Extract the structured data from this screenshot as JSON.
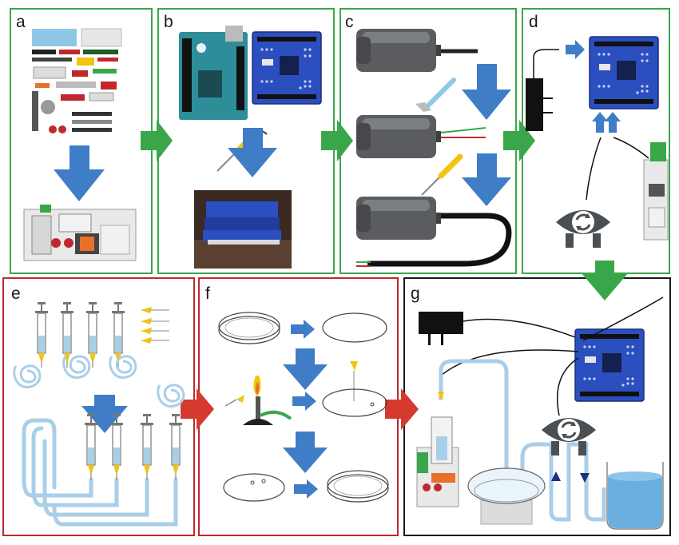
{
  "panels": [
    {
      "letter": "a",
      "border": "#3aa64a"
    },
    {
      "letter": "b",
      "border": "#3aa64a"
    },
    {
      "letter": "c",
      "border": "#3aa64a"
    },
    {
      "letter": "d",
      "border": "#3aa64a"
    },
    {
      "letter": "e",
      "border": "#c0282d"
    },
    {
      "letter": "f",
      "border": "#c0282d"
    },
    {
      "letter": "g",
      "border": "#1a1a1a"
    }
  ],
  "colors": {
    "step_arrow": "#3f7ec6",
    "green_connector": "#3aa64a",
    "red_connector": "#d43a2e",
    "board": "#2b4fbf",
    "arduino_uno": "#2d8e9a",
    "tubing": "#a9cfe8",
    "liquid": "#6aaee0",
    "needle": "#f1c40f",
    "pump": "#4a4f54"
  },
  "icons": [
    "lego-parts-icon",
    "arduino-board-icon",
    "soldering-iron-icon",
    "motor-icon",
    "scalpel-icon",
    "power-adapter-icon",
    "peristaltic-pump-icon",
    "syringe-icon",
    "tubing-coil-icon",
    "petri-dish-icon",
    "bunsen-burner-icon",
    "beaker-icon"
  ]
}
